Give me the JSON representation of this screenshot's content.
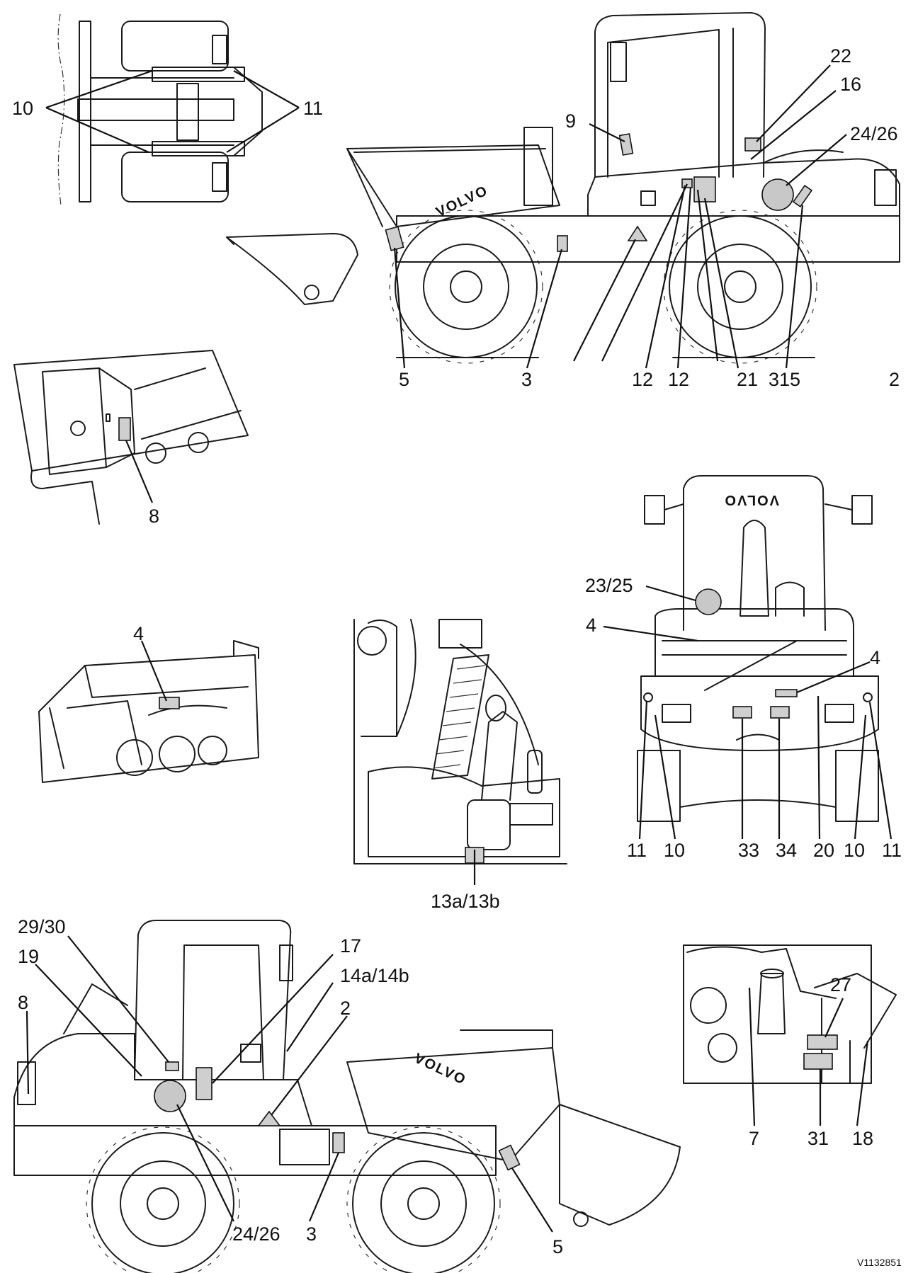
{
  "brand": "VOLVO",
  "drawing_code": "V1132851",
  "labels": {
    "top_left_10": "10",
    "top_left_11": "11",
    "side_22": "22",
    "side_16": "16",
    "side_9": "9",
    "side_24_26": "24/26",
    "side_5": "5",
    "side_3": "3",
    "side_12a": "12",
    "side_12b": "12",
    "side_21": "21",
    "side_3_15": "315",
    "side_2": "2",
    "detail_8": "8",
    "detail_4": "4",
    "front_23_25": "23/25",
    "front_4a": "4",
    "front_4b": "4",
    "front_11a": "11",
    "front_10a": "10",
    "front_33": "33",
    "front_34": "34",
    "front_20": "20",
    "front_10b": "10",
    "front_11b": "11",
    "cab_13": "13a/13b",
    "rear_29_30": "29/30",
    "rear_19": "19",
    "rear_8": "8",
    "rear_17": "17",
    "rear_14": "14a/14b",
    "rear_2": "2",
    "rear_24_26": "24/26",
    "rear_3": "3",
    "rear_5": "5",
    "eng_27": "27",
    "eng_7": "7",
    "eng_31": "31",
    "eng_18": "18"
  }
}
